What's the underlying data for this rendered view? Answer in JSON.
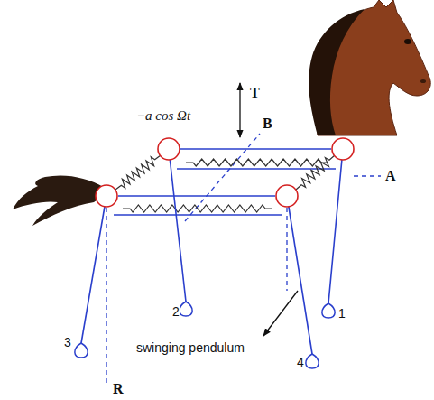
{
  "diagram": {
    "labels": [
      "−a cos Ωt",
      "T",
      "B",
      "A",
      "2",
      "1",
      "3",
      "swinging pendulum",
      "4",
      "R"
    ]
  }
}
